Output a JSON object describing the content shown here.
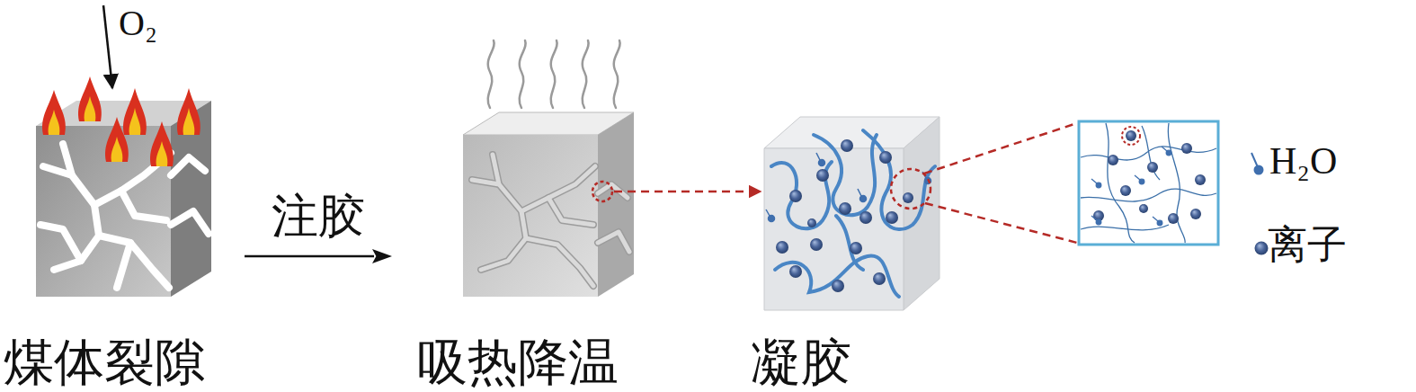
{
  "diagram": {
    "nodes": [
      {
        "text": [
          "煤体裂隙"
        ]
      },
      {
        "text": [
          "吸热降温"
        ]
      },
      {
        "text": [
          "凝胶"
        ]
      }
    ],
    "edges": [
      {
        "from": 0,
        "to": 1,
        "label": "注胶",
        "arrow": "to"
      }
    ],
    "labels": [
      "O₂"
    ],
    "legend": [
      {
        "text": "H₂O"
      },
      {
        "text": "离子"
      }
    ]
  }
}
